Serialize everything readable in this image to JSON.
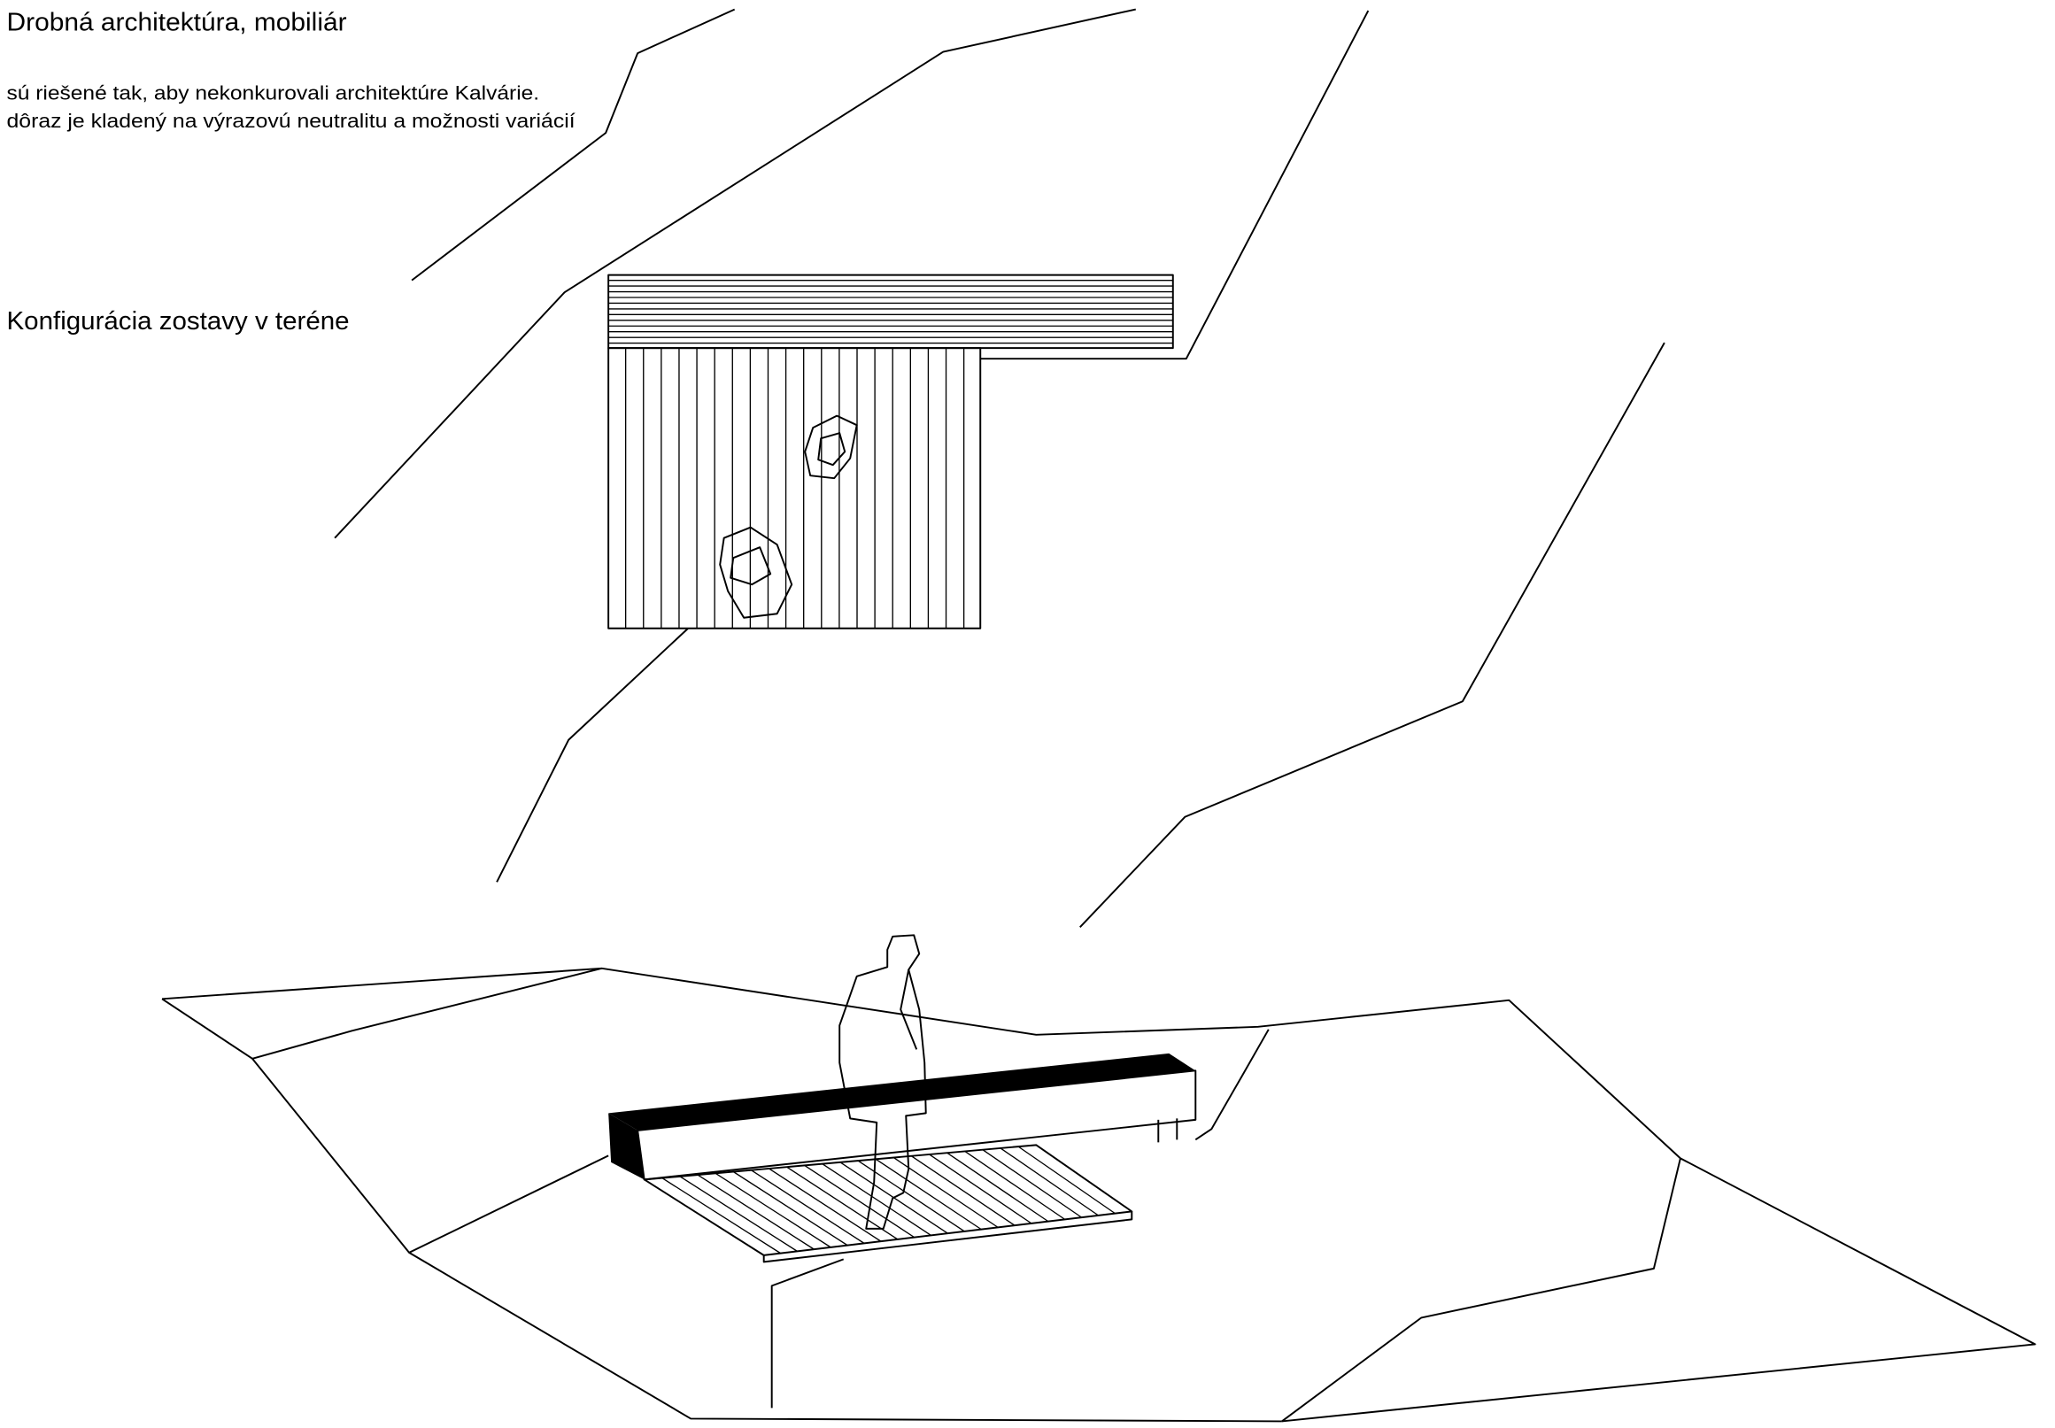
{
  "heading_1": "Drobná architektúra, mobiliár",
  "description": [
    "sú riešené tak, aby nekonkurovali architektúre Kalvárie.",
    "dôraz je kladený na výrazovú neutralitu a možnosti variácií"
  ],
  "heading_2": "Konfigurácia zostavy v teréne",
  "colors": {
    "line": "#000000",
    "background": "#ffffff"
  }
}
